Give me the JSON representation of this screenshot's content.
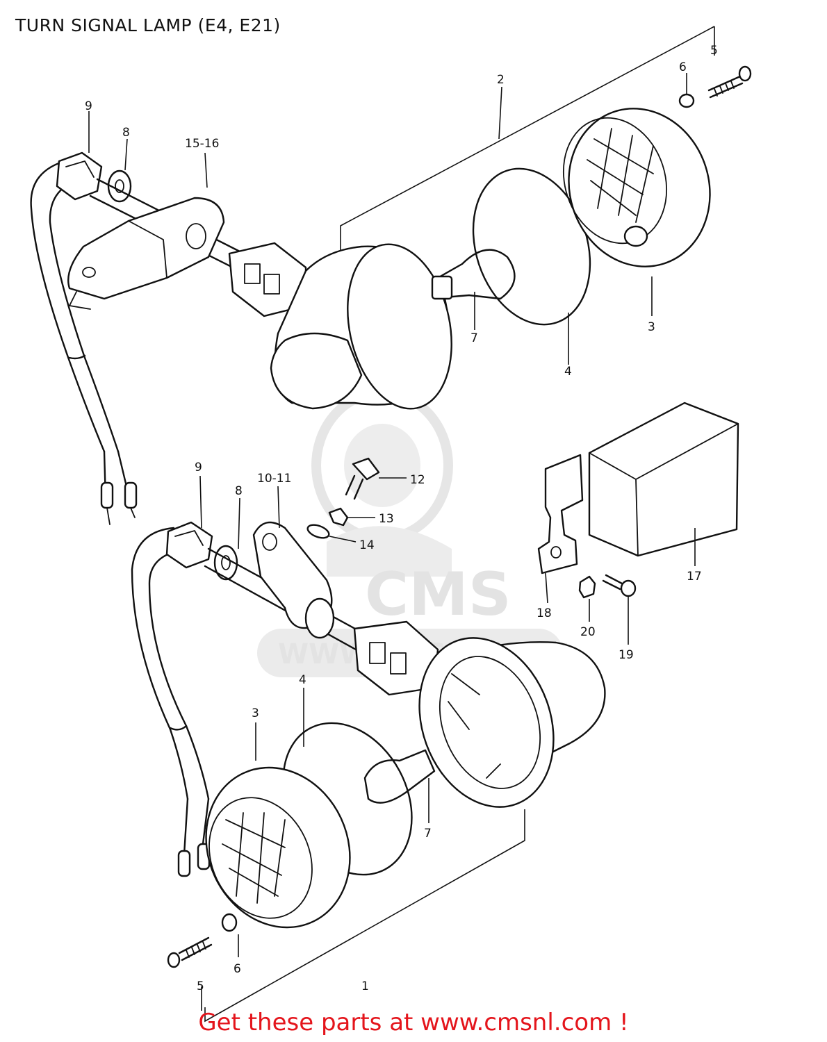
{
  "title": "TURN SIGNAL LAMP (E4, E21)",
  "footer_link": "Get these parts at www.cmsnl.com !",
  "watermark": {
    "brand": "CMS",
    "url": "WWW.CMSNL.COM"
  },
  "colors": {
    "footer": "#e4141b",
    "line": "#111111",
    "watermark": "#e3e3e3"
  },
  "callouts": {
    "upper": {
      "c2": "2",
      "c3": "3",
      "c4": "4",
      "c5": "5",
      "c6": "6",
      "c7": "7",
      "c8": "8",
      "c9": "9",
      "c15_16": "15-16"
    },
    "lower": {
      "c1": "1",
      "c3": "3",
      "c4": "4",
      "c5": "5",
      "c6": "6",
      "c7": "7",
      "c8": "8",
      "c9": "9",
      "c10_11": "10-11",
      "c12": "12",
      "c13": "13",
      "c14": "14",
      "c17": "17",
      "c18": "18",
      "c19": "19",
      "c20": "20"
    }
  }
}
